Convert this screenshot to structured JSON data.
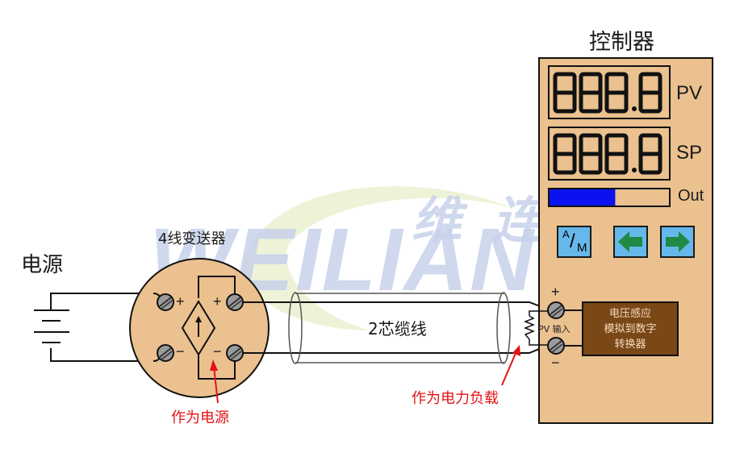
{
  "titles": {
    "controller": "控制器",
    "power_source": "电源",
    "transmitter": "4线变送器",
    "cable": "2芯缆线"
  },
  "annotations": {
    "as_power_source": "作为电源",
    "as_electrical_load": "作为电力负载"
  },
  "controller": {
    "pv_display": "888.8",
    "pv_label": "PV",
    "sp_display": "888.8",
    "sp_label": "SP",
    "out_label": "Out",
    "out_percent": 55,
    "buttons": {
      "am_top": "A",
      "am_slash": "/",
      "am_bottom": "M",
      "left_arrow": "left-arrow-icon",
      "right_arrow": "right-arrow-icon"
    },
    "pv_input_label": "PV 输入",
    "converter_lines": [
      "电压感应",
      "模拟到数字",
      "转换器"
    ],
    "terminal_plus": "+",
    "terminal_minus": "−"
  },
  "transmitter": {
    "left_plus": "+",
    "left_minus": "−",
    "right_plus": "+",
    "right_minus": "−"
  },
  "watermark": {
    "text_latin": "WEILIAN",
    "text_cn": "维 连"
  },
  "colors": {
    "panel": "#eac18f",
    "converter": "#7a4716",
    "button": "#66b8ea",
    "arrow": "#1f8a45",
    "out_bar": "#0b12f0",
    "annotation": "#e31414",
    "watermark_blue": "#c7d2ea",
    "watermark_green": "#eef3d8"
  }
}
